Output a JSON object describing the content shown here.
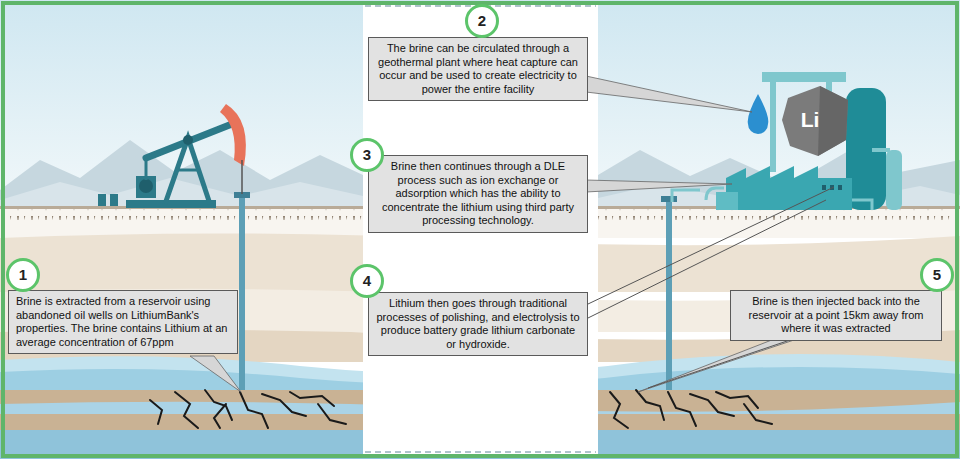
{
  "diagram": {
    "nodes": [
      {
        "text": [
          "Brine is extracted from a reservoir using abandoned oil wells on LithiumBank's properties. The brine contains Lithium at an average concentration of 67ppm"
        ]
      },
      {
        "text": [
          "The brine can be circulated through a geothermal plant where heat capture can occur and be used to create electricity to power the entire facility"
        ]
      },
      {
        "text": [
          "Brine then continues through a DLE process such as ion exchange or adsorption which has the ability to concentrate the lithium using third party processing technology."
        ]
      },
      {
        "text": [
          "Lithium then goes through traditional processes of polishing, and electrolysis to produce battery grade lithium carbonate or hydroxide."
        ]
      },
      {
        "text": [
          "Brine is then injected back into the reservoir at a point 15km away from where it was extracted"
        ]
      }
    ],
    "labels": [
      "1",
      "2",
      "3",
      "4",
      "5",
      "Li"
    ]
  }
}
